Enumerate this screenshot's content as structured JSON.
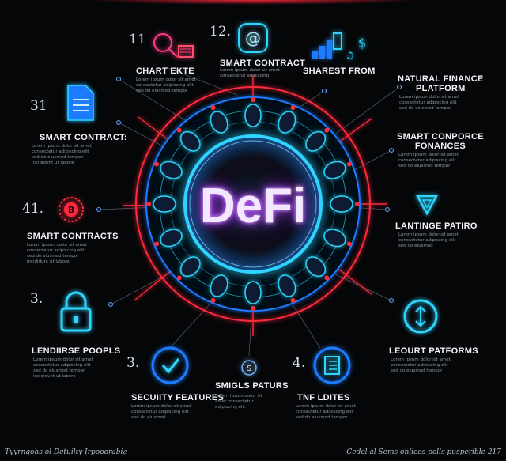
{
  "center": {
    "title": "DeFi"
  },
  "nodes": [
    {
      "id": "n1",
      "number": "11",
      "label": "CHART EKTE",
      "icon": "magnifier-chart-icon",
      "desc": "Lorem ipsum dolor sit amet\nconsectetur adipiscing elit\nsed do eiusmod tempor"
    },
    {
      "id": "n2",
      "number": "12.",
      "label": "SMART CONTRACT",
      "icon": "at-sign-icon",
      "desc": "Lorem ipsum dolor sit amet\nconsectetur adipiscing"
    },
    {
      "id": "n3",
      "number": "",
      "label": "SHAREST FROM",
      "icon": "bar-chart-dollar-icon",
      "desc": ""
    },
    {
      "id": "n4",
      "number": "",
      "label": "NATURAL FINANCE\nPLATFORM",
      "icon": "",
      "desc": "Lorem ipsum dolor sit amet\nconsectetur adipiscing elit\nsed do eiusmod tempor"
    },
    {
      "id": "n5",
      "number": "31",
      "label": "SMART CONTRACT:",
      "icon": "document-icon",
      "desc": "Lorem ipsum dolor sit amet\nconsectetur adipiscing elit\nsed do eiusmod tempor\nincididunt ut labore"
    },
    {
      "id": "n6",
      "number": "",
      "label": "SMART CONPORCE\nFONANCES",
      "icon": "",
      "desc": "Lorem ipsum dolor sit amet\nconsectetur adipiscing elit\nsed do eiusmod tempor"
    },
    {
      "id": "n7",
      "number": "41.",
      "label": "SMART CONTRACTS",
      "icon": "bitcoin-seal-icon",
      "desc": "Lorem ipsum dolor sit amet\nconsectetur adipiscing elit\nsed do eiusmod tempor\nincididunt ut labore"
    },
    {
      "id": "n8",
      "number": "",
      "label": "LANTINGE PATIRO",
      "icon": "triangle-down-icon",
      "desc": "Lorem ipsum dolor sit amet\nconsectetur adipiscing elit\nsed do eiusmod"
    },
    {
      "id": "n9",
      "number": "3.",
      "label": "LENDIIRSE POOPLS",
      "icon": "padlock-icon",
      "desc": "Lorem ipsum dolor sit amet\nconsectetur adipiscing elit\nsed do eiusmod tempor\nincididunt ut labore"
    },
    {
      "id": "n10",
      "number": "",
      "label": "LEOURT PATFORMS",
      "icon": "arrows-updown-icon",
      "desc": "Lorem ipsum dolor sit amet\nconsectetur adipiscing elit\nsed do eiusmod tempor"
    },
    {
      "id": "n11",
      "number": "3.",
      "label": "SECUIITY FEATURES",
      "icon": "checkmark-icon",
      "desc": "Lorem ipsum dolor sit amet\nconsectetur adipiscing elit\nsed do eiusmod"
    },
    {
      "id": "n12",
      "number": "",
      "label": "SMIGLS PATURS",
      "icon": "coin-icon",
      "desc": "Lorem ipsum dolor sit\namet consectetur\nadipiscing elit"
    },
    {
      "id": "n13",
      "number": "4.",
      "label": "TNF LDITES",
      "icon": "checklist-icon",
      "desc": "Lorem ipsum dolor sit amet\nconsectetur adipiscing elit\nsed do eiusmod tempor"
    }
  ],
  "footer": {
    "left": "Tyyrngohs ol Detuilty Irpooorabig",
    "right": "Cedel al Sems onliees polls pusperible 217"
  },
  "colors": {
    "cyan": "#2fd6ff",
    "blue": "#1e7bff",
    "red": "#ff2a3c",
    "magenta": "#c15bff"
  }
}
